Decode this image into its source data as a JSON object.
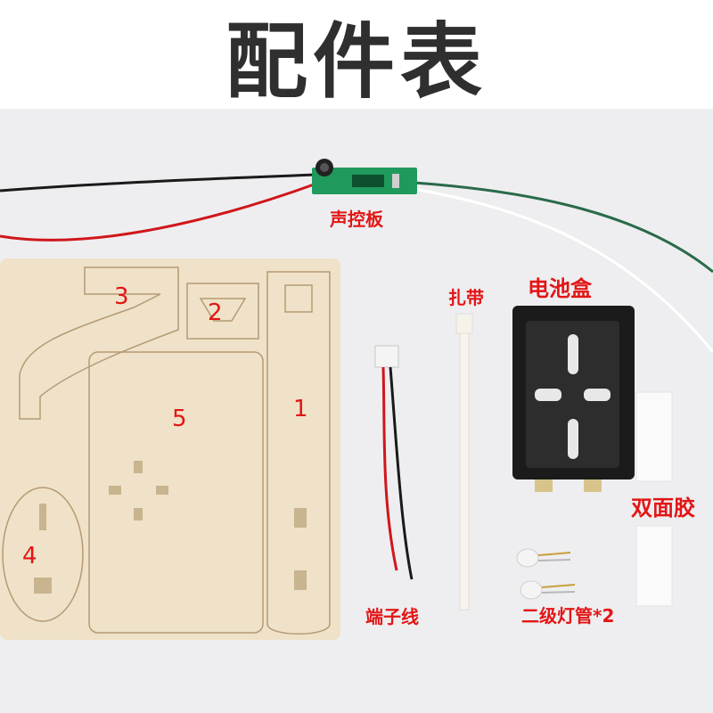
{
  "title": "配件表",
  "labels": {
    "sound_board": "声控板",
    "cable_tie": "扎带",
    "battery_box": "电池盒",
    "double_tape": "双面胶",
    "terminal_wire": "端子线",
    "led": "二级灯管*2"
  },
  "part_numbers": {
    "p1": "1",
    "p2": "2",
    "p3": "3",
    "p4": "4",
    "p5": "5"
  },
  "colors": {
    "label_red": "#e31515",
    "wood": "#efe2c8",
    "background": "#eeeef0",
    "pcb_green": "#1f9a5c"
  }
}
